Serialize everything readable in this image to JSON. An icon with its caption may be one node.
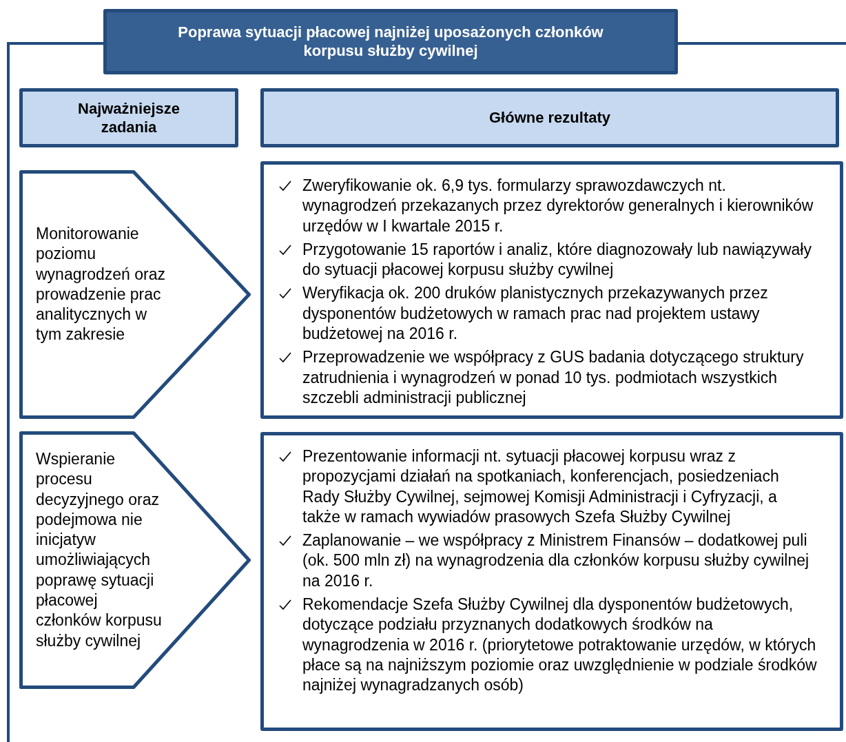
{
  "diagram": {
    "nodes": [
      {
        "text": [
          "Poprawa sytuacji płacowej najniżej uposażonych członków korpusu służby cywilnej"
        ]
      },
      {
        "text": [
          "Najważniejsze zadania"
        ]
      },
      {
        "text": [
          "Główne rezultaty"
        ]
      },
      {
        "text": [
          "Monitorowanie poziomu wynagrodzeń oraz prowadzenie prac analitycznych w tym zakresie"
        ]
      },
      {
        "text": [
          "Zweryfikowanie ok. 6,9 tys. formularzy sprawozdawczych nt. wynagrodzeń przekazanych przez dyrektorów generalnych i kierowników urzędów w I kwartale 2015 r.",
          "Przygotowanie 15 raportów i analiz, które diagnozowały lub nawiązywały do sytuacji płacowej korpusu służby cywilnej",
          "Weryfikacja ok. 200 druków planistycznych przekazywanych przez dysponentów budżetowych w ramach prac nad projektem ustawy budżetowej na 2016 r.",
          "Przeprowadzenie we współpracy z GUS badania dotyczącego struktury zatrudnienia i wynagrodzeń w ponad 10 tys. podmiotach wszystkich szczebli administracji publicznej"
        ]
      },
      {
        "text": [
          "Wspieranie procesu decyzyjnego oraz podejmowa nie inicjatyw umożliwiających poprawę sytuacji płacowej członków korpusu służby cywilnej"
        ]
      },
      {
        "text": [
          "Prezentowanie informacji nt. sytuacji płacowej korpusu wraz z propozycjami działań na spotkaniach, konferencjach, posiedzeniach Rady Służby Cywilnej, sejmowej Komisji Administracji i Cyfryzacji, a także w ramach wywiadów prasowych Szefa Służby Cywilnej",
          "Zaplanowanie – we współpracy z Ministrem Finansów – dodatkowej puli (ok. 500 mln zł) na wynagrodzenia dla członków korpusu służby cywilnej na 2016 r.",
          "Rekomendacje Szefa Służby Cywilnej dla dysponentów budżetowych, dotyczące podziału przyznanych dodatkowych środków na wynagrodzenia w 2016 r. (priorytetowe potraktowanie urzędów, w których płace są na najniższym poziomie oraz uwzględnienie w podziale środków najniżej wynagradzanych osób)"
        ]
      }
    ]
  }
}
